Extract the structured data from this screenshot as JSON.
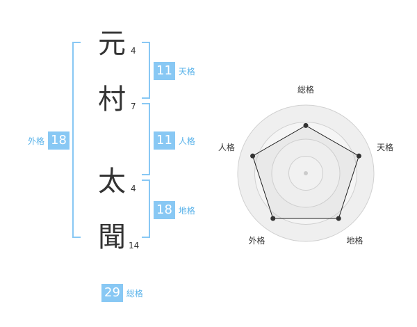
{
  "name_chars": [
    {
      "char": "元",
      "strokes": "4"
    },
    {
      "char": "村",
      "strokes": "7"
    },
    {
      "char": "太",
      "strokes": "4"
    },
    {
      "char": "聞",
      "strokes": "14"
    }
  ],
  "fortunes": {
    "tenkaku": {
      "value": "11",
      "label": "天格"
    },
    "jinkaku": {
      "value": "11",
      "label": "人格"
    },
    "chikaku": {
      "value": "18",
      "label": "地格"
    },
    "gaikaku": {
      "value": "18",
      "label": "外格"
    },
    "soukaku": {
      "value": "29",
      "label": "総格"
    }
  },
  "colors": {
    "accent": "#88c8f4",
    "label": "#5ab3ea",
    "text": "#333333"
  },
  "chart_data": {
    "type": "radar",
    "axes": [
      "総格",
      "天格",
      "地格",
      "外格",
      "人格"
    ],
    "values": [
      0.7,
      0.82,
      0.82,
      0.82,
      0.82
    ],
    "rings": 4,
    "grid": true
  }
}
